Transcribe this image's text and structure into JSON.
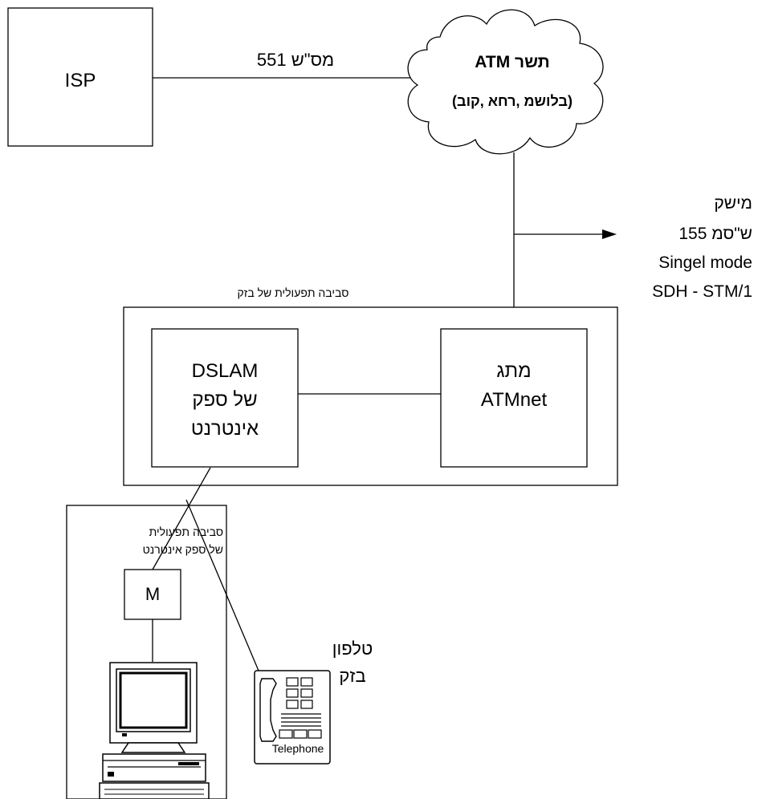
{
  "isp": {
    "label": "ISP"
  },
  "isp_link": {
    "label": "מס\"ש 551"
  },
  "atm_cloud": {
    "line1": "תשר ATM",
    "line2": "(בלושמ ,רחא ,קוב)"
  },
  "interface_note": {
    "lines": [
      "מישק",
      "155 ש\"סמ",
      "Singel mode",
      "SDH - STM/1"
    ]
  },
  "bezeq_env": {
    "label": "סביבה תפעולית של בזק"
  },
  "dslam": {
    "lines": [
      "DSLAM",
      "של ספק",
      "אינטרנט"
    ]
  },
  "atm_switch": {
    "lines": [
      "מתג",
      "ATMnet"
    ]
  },
  "isp_env": {
    "lines": [
      "סביבה תפעולית",
      "של ספק אינטרנט"
    ]
  },
  "modem": {
    "label": "M"
  },
  "telephone": {
    "device_label": "Telephone"
  },
  "bezeq_phone": {
    "lines": [
      "טלפון",
      "בזק"
    ]
  },
  "icons": {
    "computer": "computer-icon",
    "telephone": "telephone-icon",
    "cloud": "cloud-icon",
    "arrow": "arrow-right-icon"
  }
}
